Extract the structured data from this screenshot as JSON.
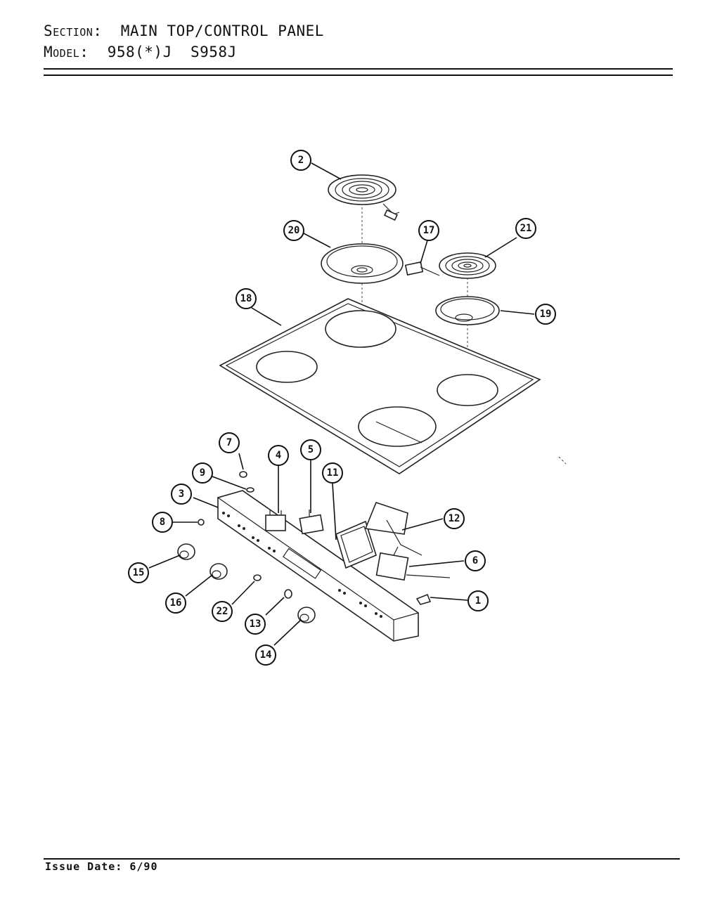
{
  "header": {
    "section_label": "Section:",
    "section_value": "MAIN TOP/CONTROL PANEL",
    "model_label": "Model:",
    "model_value": "958(*)J  S958J"
  },
  "footer": {
    "issue_date": "Issue Date: 6/90"
  },
  "callouts": [
    {
      "id": "c1",
      "label": "1"
    },
    {
      "id": "c2",
      "label": "2"
    },
    {
      "id": "c3",
      "label": "3"
    },
    {
      "id": "c4",
      "label": "4"
    },
    {
      "id": "c5",
      "label": "5"
    },
    {
      "id": "c6",
      "label": "6"
    },
    {
      "id": "c7",
      "label": "7"
    },
    {
      "id": "c8",
      "label": "8"
    },
    {
      "id": "c9",
      "label": "9"
    },
    {
      "id": "c11",
      "label": "11"
    },
    {
      "id": "c12",
      "label": "12"
    },
    {
      "id": "c13",
      "label": "13"
    },
    {
      "id": "c14",
      "label": "14"
    },
    {
      "id": "c15",
      "label": "15"
    },
    {
      "id": "c16",
      "label": "16"
    },
    {
      "id": "c17",
      "label": "17"
    },
    {
      "id": "c18",
      "label": "18"
    },
    {
      "id": "c19",
      "label": "19"
    },
    {
      "id": "c20",
      "label": "20"
    },
    {
      "id": "c21",
      "label": "21"
    },
    {
      "id": "c22",
      "label": "22"
    }
  ]
}
